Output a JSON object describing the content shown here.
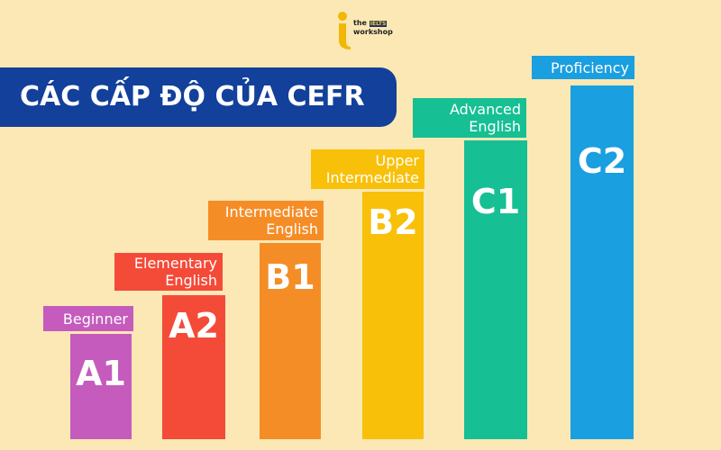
{
  "logo": {
    "line1": "the",
    "line2": "IELTS",
    "line3": "workshop"
  },
  "title": "CÁC CẤP ĐỘ CỦA CEFR",
  "levels": [
    {
      "code": "A1",
      "name": "Beginner",
      "color": "#c55bbd",
      "label_color": "#c55bbd"
    },
    {
      "code": "A2",
      "name": "Elementary English",
      "color": "#f44a38",
      "label_color": "#f44a38"
    },
    {
      "code": "B1",
      "name": "Intermediate English",
      "color": "#f58d27",
      "label_color": "#f58d27"
    },
    {
      "code": "B2",
      "name": "Upper Intermediate",
      "color": "#f8c009",
      "label_color": "#f8c009"
    },
    {
      "code": "C1",
      "name": "Advanced English",
      "color": "#16bf94",
      "label_color": "#16bf94"
    },
    {
      "code": "C2",
      "name": "Proficiency",
      "color": "#1a9fe0",
      "label_color": "#1a9fe0"
    }
  ]
}
